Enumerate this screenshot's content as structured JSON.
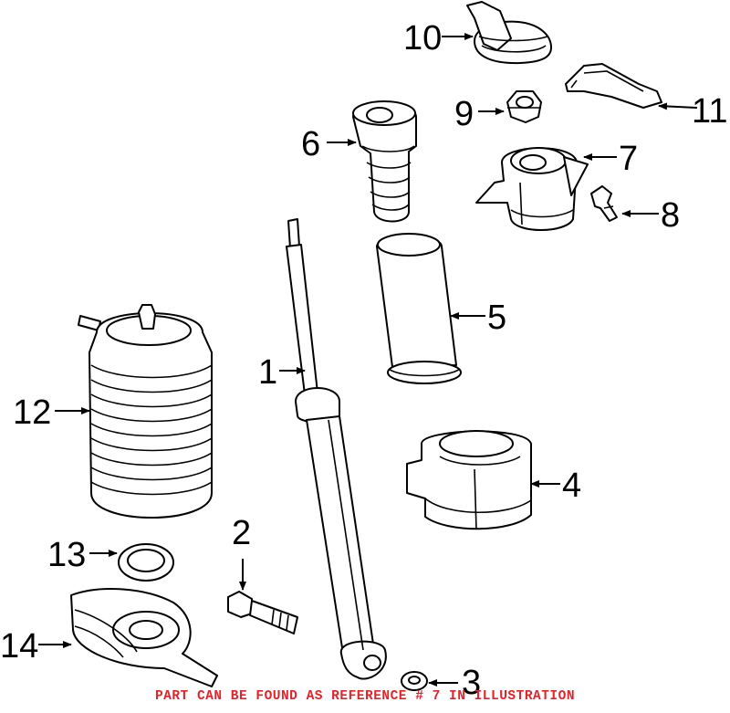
{
  "callouts": [
    "1",
    "2",
    "3",
    "4",
    "5",
    "6",
    "7",
    "8",
    "9",
    "10",
    "11",
    "12",
    "13",
    "14"
  ],
  "footer_note": "PART CAN BE FOUND AS REFERENCE # 7 IN ILLUSTRATION",
  "colors": {
    "footer": "#e0242a",
    "line": "#000000"
  }
}
